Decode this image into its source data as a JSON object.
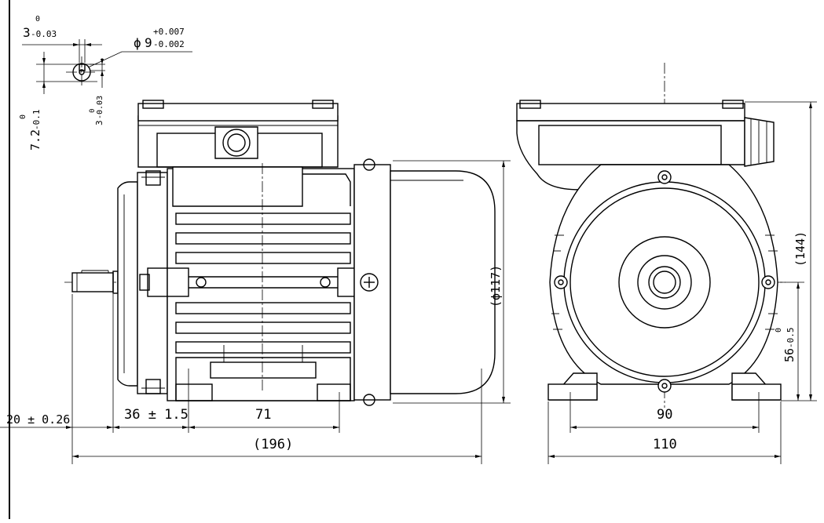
{
  "drawing": {
    "key_width": {
      "nominal": "3",
      "upper": "0",
      "lower": "-0.03"
    },
    "shaft_diameter": {
      "symbol": "ϕ",
      "nominal": "9",
      "upper": "+0.007",
      "lower": "-0.002"
    },
    "key_height": {
      "nominal": "3",
      "upper": "0",
      "lower": "-0.03"
    },
    "shaft_key_depth": {
      "nominal": "7.2",
      "upper": "0",
      "lower": "-0.1"
    },
    "shaft_length": "20 ± 0.26",
    "flange_to_foot_hole": "36 ± 1.5",
    "foot_hole_spacing_side": "71",
    "overall_length": "(196)",
    "housing_diameter": "(ϕ117)",
    "overall_height": "(144)",
    "shaft_center_height": {
      "nominal": "56",
      "upper": "0",
      "lower": "-0.5"
    },
    "foot_hole_spacing_front": "90",
    "foot_width": "110"
  }
}
